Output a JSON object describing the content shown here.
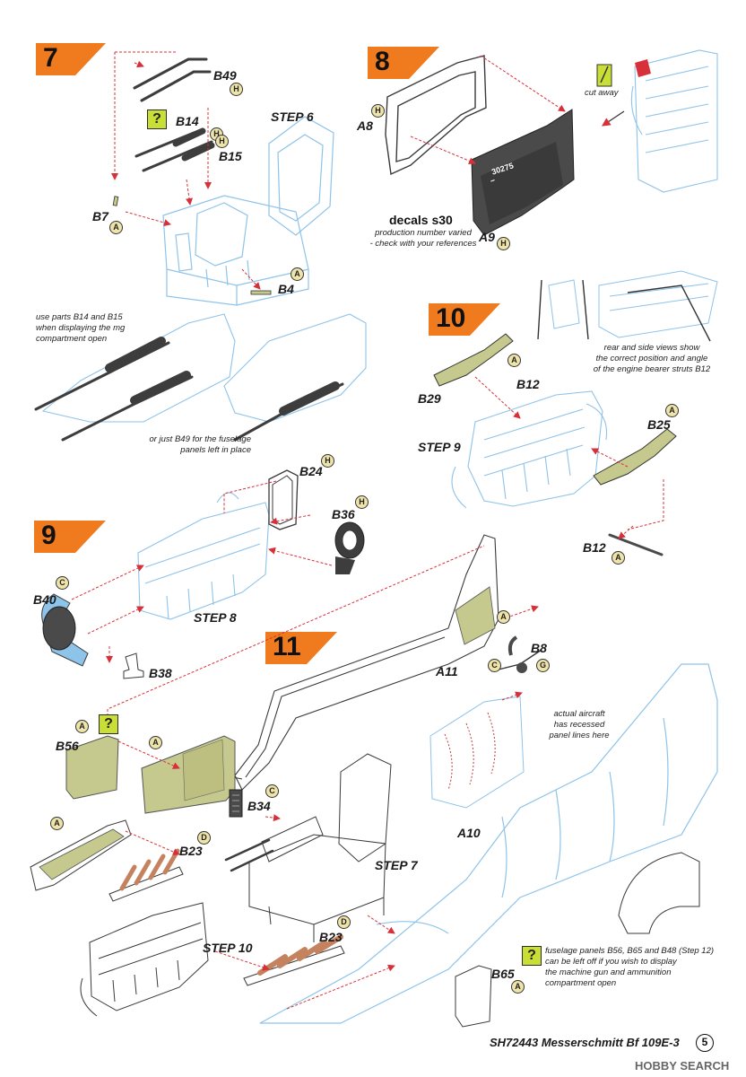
{
  "steps": {
    "s7": "7",
    "s8": "8",
    "s9": "9",
    "s10": "10",
    "s11": "11"
  },
  "sub_steps": {
    "step6": "STEP 6",
    "step8": "STEP 8",
    "step9": "STEP 9",
    "step7": "STEP 7",
    "step10": "STEP 10"
  },
  "parts": {
    "b49": "B49",
    "b14": "B14",
    "b15": "B15",
    "b7": "B7",
    "b4": "B4",
    "a8": "A8",
    "a9": "A9",
    "b29": "B29",
    "b12a": "B12",
    "b25": "B25",
    "b12b": "B12",
    "b24": "B24",
    "b36": "B36",
    "b40": "B40",
    "b38": "B38",
    "a11": "A11",
    "b8": "B8",
    "b56": "B56",
    "b34": "B34",
    "b23a": "B23",
    "a10": "A10",
    "b23b": "B23",
    "b65": "B65"
  },
  "badges": {
    "h": "H",
    "a": "A",
    "c": "C",
    "d": "D",
    "g": "G"
  },
  "question_mark": "?",
  "decals": {
    "heading": "decals s30",
    "note": "production number varied\n- check with your references",
    "stencil": "30275"
  },
  "notes": {
    "cut_away": "cut away",
    "mg_open": "use parts B14 and B15\nwhen displaying the mg\ncompartment open",
    "panels_in_place": "or just B49 for the fuselage\npanels left in place",
    "bearer_struts": "rear and side views show\nthe correct position and angle\nof the engine bearer struts B12",
    "recessed": "actual aircraft\nhas recessed\npanel lines here",
    "fuselage_panels": "fuselage panels B56, B65 and B48 (Step 12)\ncan be left off if you wish to display\nthe machine gun and ammunition\ncompartment open"
  },
  "footer": {
    "title": "SH72443 Messerschmitt Bf 109E-3",
    "page": "5"
  },
  "watermark": "HOBBY SEARCH",
  "colors": {
    "flag_orange": "#f07b1e",
    "part_blue": "#8ec3ea",
    "part_olive": "#c6c98d",
    "part_gray": "#4a4a4a",
    "arrow_red": "#d8303a",
    "badge_yellow": "#eee3a8",
    "qbox_green": "#c9df35",
    "copper": "#c4835e"
  }
}
